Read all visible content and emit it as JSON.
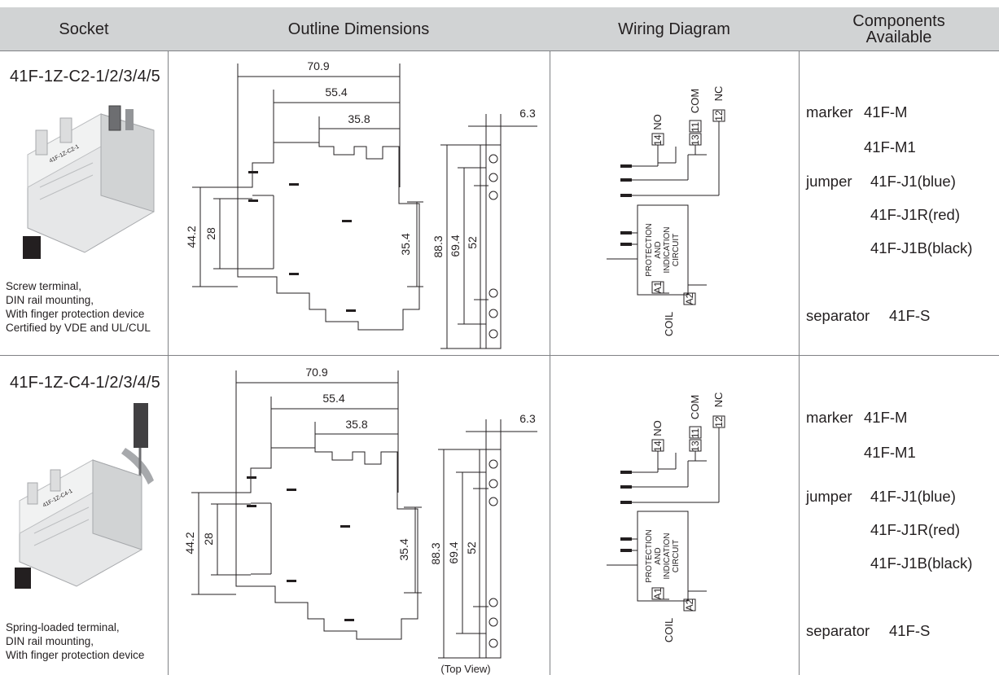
{
  "header": {
    "socket": "Socket",
    "outline": "Outline Dimensions",
    "wiring": "Wiring Diagram",
    "components": "Components Available"
  },
  "rows": [
    {
      "model": "41F-1Z-C2-1/2/3/4/5",
      "desc": [
        "Screw terminal,",
        "DIN rail mounting,",
        "With finger protection device",
        "Certified by VDE and UL/CUL"
      ],
      "photo_label": "41F-1Z-C2-1",
      "dims": {
        "w1": "70.9",
        "w2": "55.4",
        "w3": "35.8",
        "w4": "6.3",
        "h1": "44.2",
        "h2": "28",
        "h3": "35.4",
        "h4": "88.3",
        "h5": "69.4",
        "h6": "52"
      },
      "wiring": {
        "no": "14",
        "no_label": "NO",
        "com1": "11",
        "com2": "13",
        "com_label": "COM",
        "nc": "12",
        "nc_label": "NC",
        "box": [
          "PROTECTION",
          "AND",
          "INDICATION",
          "CIRCUIT"
        ],
        "a1": "A1",
        "a2": "A2",
        "coil": "COIL"
      },
      "components": [
        {
          "type": "marker",
          "part": "41F-M"
        },
        {
          "type": "",
          "part": "41F-M1"
        },
        {
          "type": "jumper",
          "part": "41F-J1(blue)"
        },
        {
          "type": "",
          "part": "41F-J1R(red)"
        },
        {
          "type": "",
          "part": "41F-J1B(black)"
        },
        {
          "type": "separator",
          "part": "41F-S"
        }
      ]
    },
    {
      "model": "41F-1Z-C4-1/2/3/4/5",
      "desc": [
        "Spring-loaded terminal,",
        "DIN rail mounting,",
        "With finger protection device"
      ],
      "photo_label": "41F-1Z-C4-1",
      "dims": {
        "w1": "70.9",
        "w2": "55.4",
        "w3": "35.8",
        "w4": "6.3",
        "h1": "44.2",
        "h2": "28",
        "h3": "35.4",
        "h4": "88.3",
        "h5": "69.4",
        "h6": "52"
      },
      "wiring": {
        "no": "14",
        "no_label": "NO",
        "com1": "11",
        "com2": "13",
        "com_label": "COM",
        "nc": "12",
        "nc_label": "NC",
        "box": [
          "PROTECTION",
          "AND",
          "INDICATION",
          "CIRCUIT"
        ],
        "a1": "A1",
        "a2": "A2",
        "coil": "COIL"
      },
      "components": [
        {
          "type": "marker",
          "part": "41F-M"
        },
        {
          "type": "",
          "part": "41F-M1"
        },
        {
          "type": "jumper",
          "part": "41F-J1(blue)"
        },
        {
          "type": "",
          "part": "41F-J1R(red)"
        },
        {
          "type": "",
          "part": "41F-J1B(black)"
        },
        {
          "type": "separator",
          "part": "41F-S"
        }
      ],
      "top_view": "(Top View)"
    }
  ],
  "colors": {
    "header_bg": "#d1d3d4",
    "grid": "#808285",
    "ink": "#231f20"
  }
}
